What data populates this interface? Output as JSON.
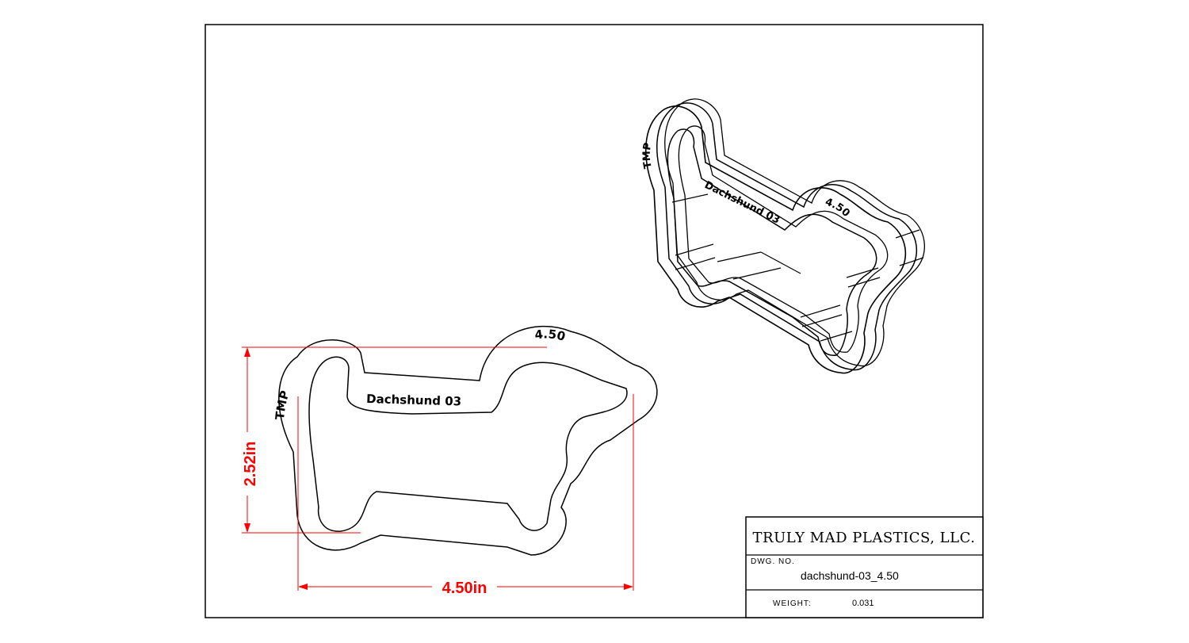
{
  "title_block": {
    "company": "TRULY MAD PLASTICS, LLC.",
    "dwg_no_label": "DWG. NO.",
    "dwg_no": "dachshund-03_4.50",
    "weight_label": "WEIGHT:",
    "weight": "0.031"
  },
  "dimensions": {
    "width": "4.50in",
    "height": "2.52in"
  },
  "engraving": {
    "brand": "TMP",
    "name": "Dachshund 03",
    "size": "4.50"
  },
  "colors": {
    "dimension": "#ff0000",
    "line": "#000000"
  }
}
